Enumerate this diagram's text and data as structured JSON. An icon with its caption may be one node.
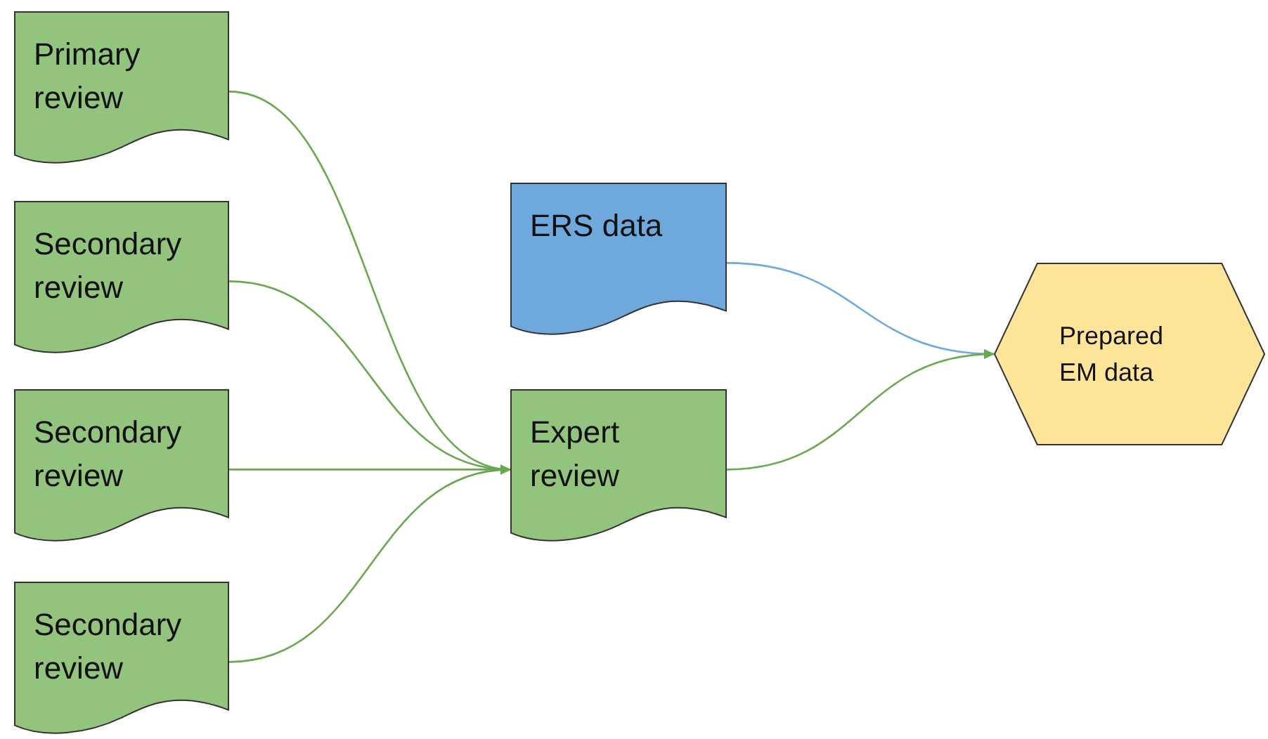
{
  "diagram": {
    "nodes": [
      {
        "text": [
          "Primary review"
        ]
      },
      {
        "text": [
          "Secondary review"
        ]
      },
      {
        "text": [
          "Secondary review"
        ]
      },
      {
        "text": [
          "Secondary review"
        ]
      },
      {
        "text": [
          "ERS data"
        ]
      },
      {
        "text": [
          "Expert review"
        ]
      },
      {
        "text": [
          "Prepared EM data"
        ]
      }
    ],
    "edges": [
      {
        "from": 0,
        "to": 5,
        "arrow": "to"
      },
      {
        "from": 1,
        "to": 5,
        "arrow": "to"
      },
      {
        "from": 2,
        "to": 5,
        "arrow": "to"
      },
      {
        "from": 3,
        "to": 5,
        "arrow": "to"
      },
      {
        "from": 4,
        "to": 6,
        "arrow": "to",
        "color": "#6fa8dc"
      },
      {
        "from": 5,
        "to": 6,
        "arrow": "to"
      }
    ]
  }
}
